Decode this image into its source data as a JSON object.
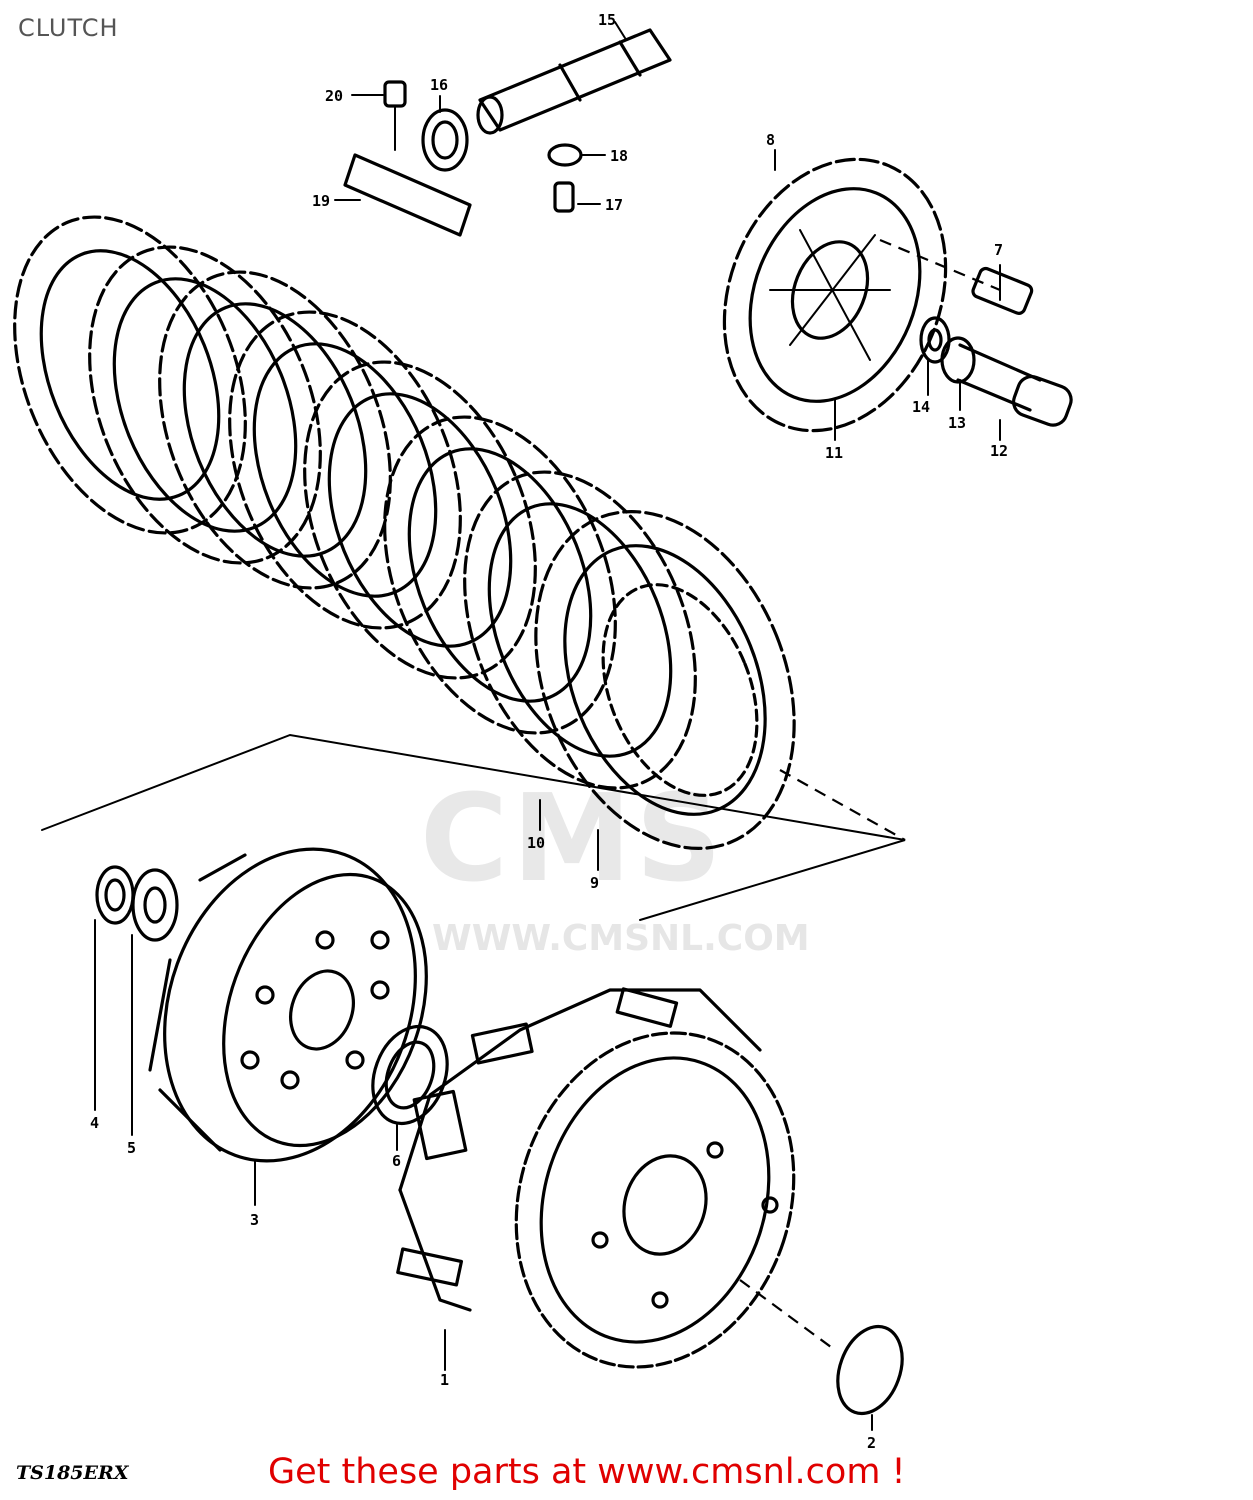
{
  "header": {
    "title": "CLUTCH"
  },
  "watermark": {
    "logo_text": "CMS",
    "url_text": "WWW.CMSNL.COM"
  },
  "diagram": {
    "model_code": "TS185ERX",
    "callouts": [
      "1",
      "2",
      "3",
      "4",
      "5",
      "6",
      "7",
      "8",
      "9",
      "10",
      "11",
      "12",
      "13",
      "14",
      "15",
      "16",
      "17",
      "18",
      "19",
      "20"
    ]
  },
  "footer": {
    "cta_text": "Get these parts at www.cmsnl.com !"
  },
  "colors": {
    "cta": "#e00000",
    "title": "#555555",
    "line": "#000000",
    "watermark": "#e8e8e8"
  }
}
